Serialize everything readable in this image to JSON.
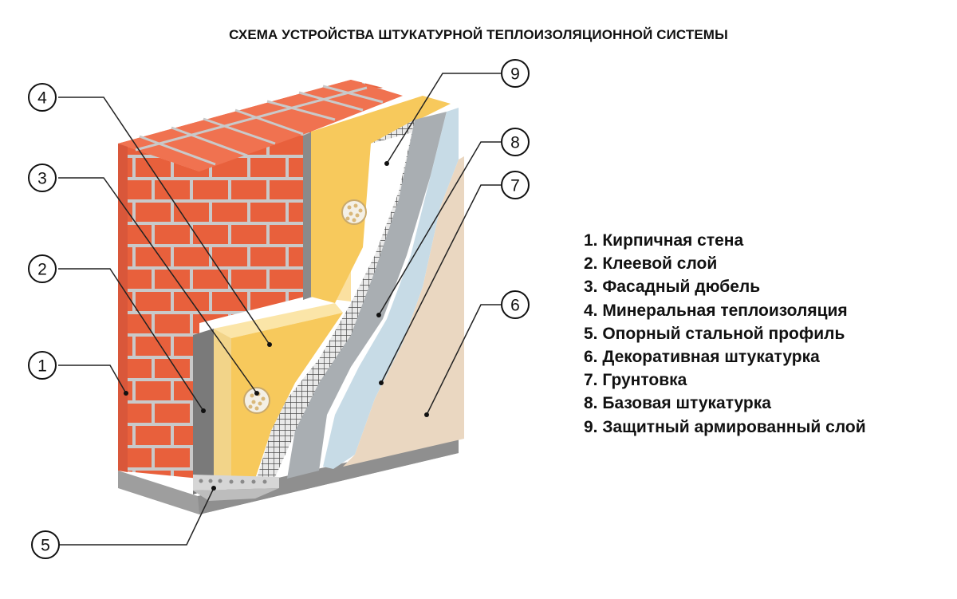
{
  "title": "СХЕМА УСТРОЙСТВА ШТУКАТУРНОЙ ТЕПЛОИЗОЛЯЦИОННОЙ  СИСТЕМЫ",
  "callouts": [
    "1",
    "2",
    "3",
    "4",
    "5",
    "6",
    "7",
    "8",
    "9"
  ],
  "legend": [
    "1. Кирпичная стена",
    "2. Клеевой слой",
    "3. Фасадный дюбель",
    "4. Минеральная теплоизоляция",
    "5.  Опорный стальной профиль",
    "6. Декоративная штукатурка",
    "7. Грунтовка",
    "8. Базовая штукатурка",
    "9. Защитный армированный слой"
  ],
  "colors": {
    "brick": "#e8603c",
    "brick_top": "#f07250",
    "mortar": "#c9c9c9",
    "insulation": "#f7c95c",
    "insulation_light": "#fbe5a8",
    "mesh": "#555555",
    "base_plaster": "#a9aeb2",
    "primer": "#c7dbe6",
    "decorative_plaster": "#ead7c1",
    "profile": "#bfbfbf",
    "ground": "#9c9c9c"
  }
}
